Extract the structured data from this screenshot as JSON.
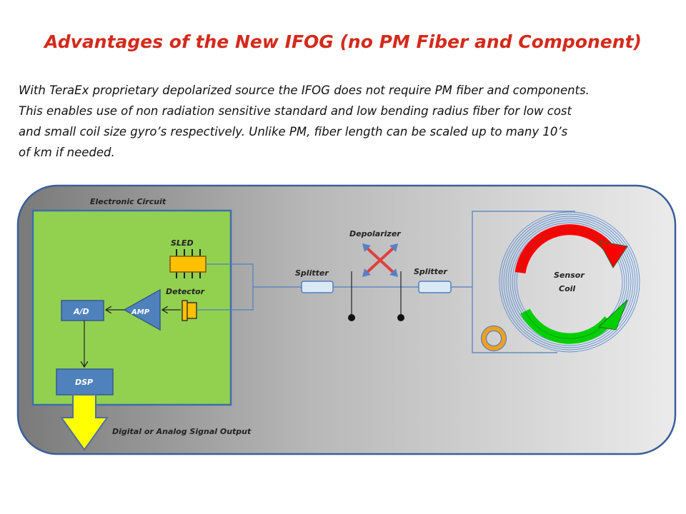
{
  "slide": {
    "title": "Advantages of the New IFOG (no PM Fiber and Component)",
    "body_lines": [
      "With TeraEx proprietary depolarized source the IFOG does not require PM fiber and components.",
      "This enables use of non radiation sensitive standard and low bending radius fiber for low cost",
      "and small coil size gyro’s respectively. Unlike PM, fiber length can be scaled up to many 10’s",
      "of km if needed."
    ]
  },
  "diagram": {
    "labels": {
      "electronic_circuit": "Electronic Circuit",
      "sled": "SLED",
      "detector": "Detector",
      "amp": "AMP",
      "ad": "A/D",
      "dsp": "DSP",
      "output": "Digital or Analog Signal Output",
      "depolarizer": "Depolarizer",
      "splitter_left": "Splitter",
      "splitter_right": "Splitter",
      "sensor_coil_line1": "Sensor",
      "sensor_coil_line2": "Coil"
    },
    "colors": {
      "title": "#d42a1c",
      "circuit_board": "#92d050",
      "block_blue": "#4f81bd",
      "sled_orange": "#ffc000",
      "output_arrow": "#ffff00",
      "arrow_red": "#ff0000",
      "arrow_green": "#00d000",
      "depolarizer_x": "#e0403c",
      "splitter_fill": "#dbe9f7"
    },
    "icons": [
      "depolarizer-x-icon",
      "sensor-coil-icon",
      "red-rotation-arrow-icon",
      "green-rotation-arrow-icon",
      "ring-icon"
    ]
  }
}
